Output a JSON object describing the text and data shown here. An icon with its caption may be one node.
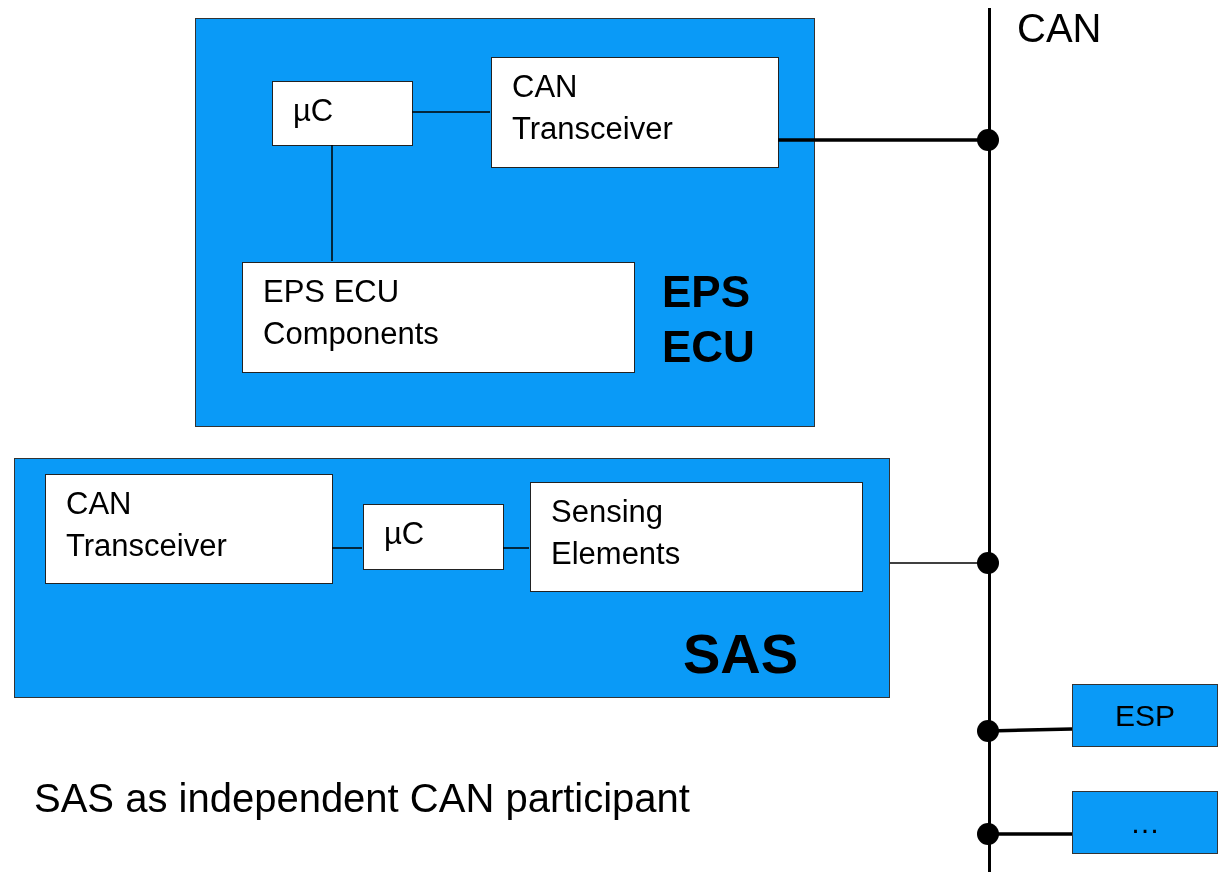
{
  "diagram": {
    "caption": "SAS as independent CAN participant",
    "nodes": [
      {
        "text": [
          "EPS ECU"
        ]
      },
      {
        "text": [
          "µC"
        ],
        "in": 0
      },
      {
        "text": [
          "CAN Transceiver"
        ],
        "in": 0
      },
      {
        "text": [
          "EPS ECU Components"
        ],
        "in": 0
      },
      {
        "text": [
          "SAS"
        ]
      },
      {
        "text": [
          "CAN Transceiver"
        ],
        "in": 4
      },
      {
        "text": [
          "µC"
        ],
        "in": 4
      },
      {
        "text": [
          "Sensing Elements"
        ],
        "in": 4
      },
      {
        "text": [
          "CAN"
        ]
      },
      {
        "text": [
          "ESP"
        ]
      },
      {
        "text": [
          "…"
        ]
      }
    ],
    "edges": [
      {
        "from": 1,
        "to": 2,
        "arrow": "none"
      },
      {
        "from": 1,
        "to": 3,
        "arrow": "none"
      },
      {
        "from": 2,
        "to": 8,
        "arrow": "other",
        "style": "thick"
      },
      {
        "from": 5,
        "to": 6,
        "arrow": "none"
      },
      {
        "from": 6,
        "to": 7,
        "arrow": "none"
      },
      {
        "from": 4,
        "to": 8,
        "arrow": "other"
      },
      {
        "from": 9,
        "to": 8,
        "arrow": "other",
        "style": "thick"
      },
      {
        "from": 10,
        "to": 8,
        "arrow": "other",
        "style": "thick"
      }
    ]
  }
}
